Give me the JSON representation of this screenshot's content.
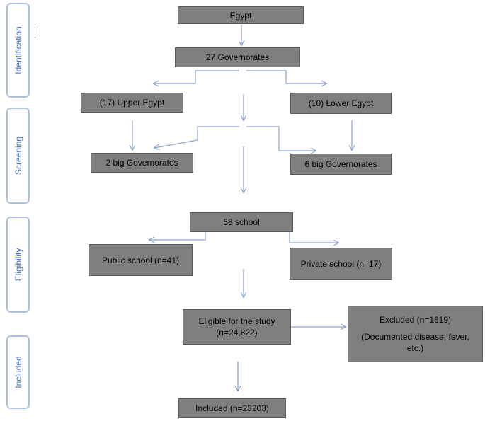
{
  "stages": {
    "identification": "Identification",
    "screening": "Screening",
    "eligibility": "Eligibility",
    "included": "Included"
  },
  "boxes": {
    "egypt": "Egypt",
    "governorates": "27 Governorates",
    "upper_egypt": "(17) Upper Egypt",
    "lower_egypt": "(10) Lower Egypt",
    "big_gov_upper": "2 big Governorates",
    "big_gov_lower": "6 big Governorates",
    "schools": "58 school",
    "public_school": "Public school (n=41)",
    "private_school": "Private school (n=17)",
    "eligible_line1": "Eligible for the study",
    "eligible_line2": "(n=24,822)",
    "excluded_line1": "Excluded (n=1619)",
    "excluded_line2": "(Documented disease, fever,",
    "excluded_line3": "etc.)",
    "included": "Included (n=23203)"
  },
  "colors": {
    "box_fill": "#7f7f7f",
    "arrow": "#8aa2cf",
    "stage_text": "#4472c4"
  }
}
